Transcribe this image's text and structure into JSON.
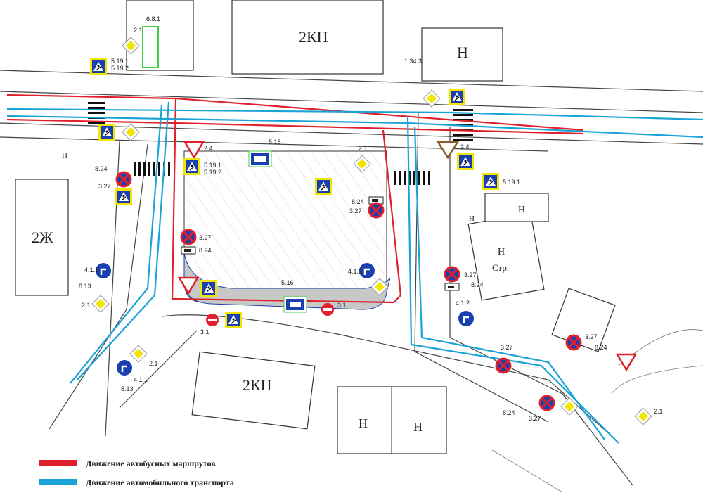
{
  "zones": {
    "kn_top": "2КН",
    "kn_bottom": "2КН",
    "zh_left": "2Ж",
    "h_top_right": "Н",
    "h_right": "Н",
    "h_str": "Н",
    "str_label": "Стр.",
    "h_bottom1": "Н",
    "h_bottom2": "Н",
    "h_left_small": "Н",
    "h_right_small": "Н"
  },
  "sign_codes": {
    "priority": "2.1",
    "yield": "2.4",
    "crossing_a": "5.19.1",
    "crossing_b": "5.19.2",
    "no_stopping": "3.27",
    "tow_truck": "8.24",
    "bus_stop": "5.16",
    "no_entry": "3.1",
    "dir_411": "4.1.1",
    "dir_412": "4.1.2",
    "dir_413": "4.1.3",
    "plate_813": "8.13",
    "marking": "1.34.3",
    "info_sign": "6.8.1"
  },
  "legend": {
    "bus_routes": "Движение автобусных маршрутов",
    "car_traffic": "Движение автомобильного транспорта"
  },
  "colors": {
    "bus_route": "#e0202a",
    "car_traffic": "#1aa3d6",
    "sign_blue": "#1a3fb0",
    "sign_yellow": "#f2e600",
    "island_gray": "#c8c8c8"
  }
}
